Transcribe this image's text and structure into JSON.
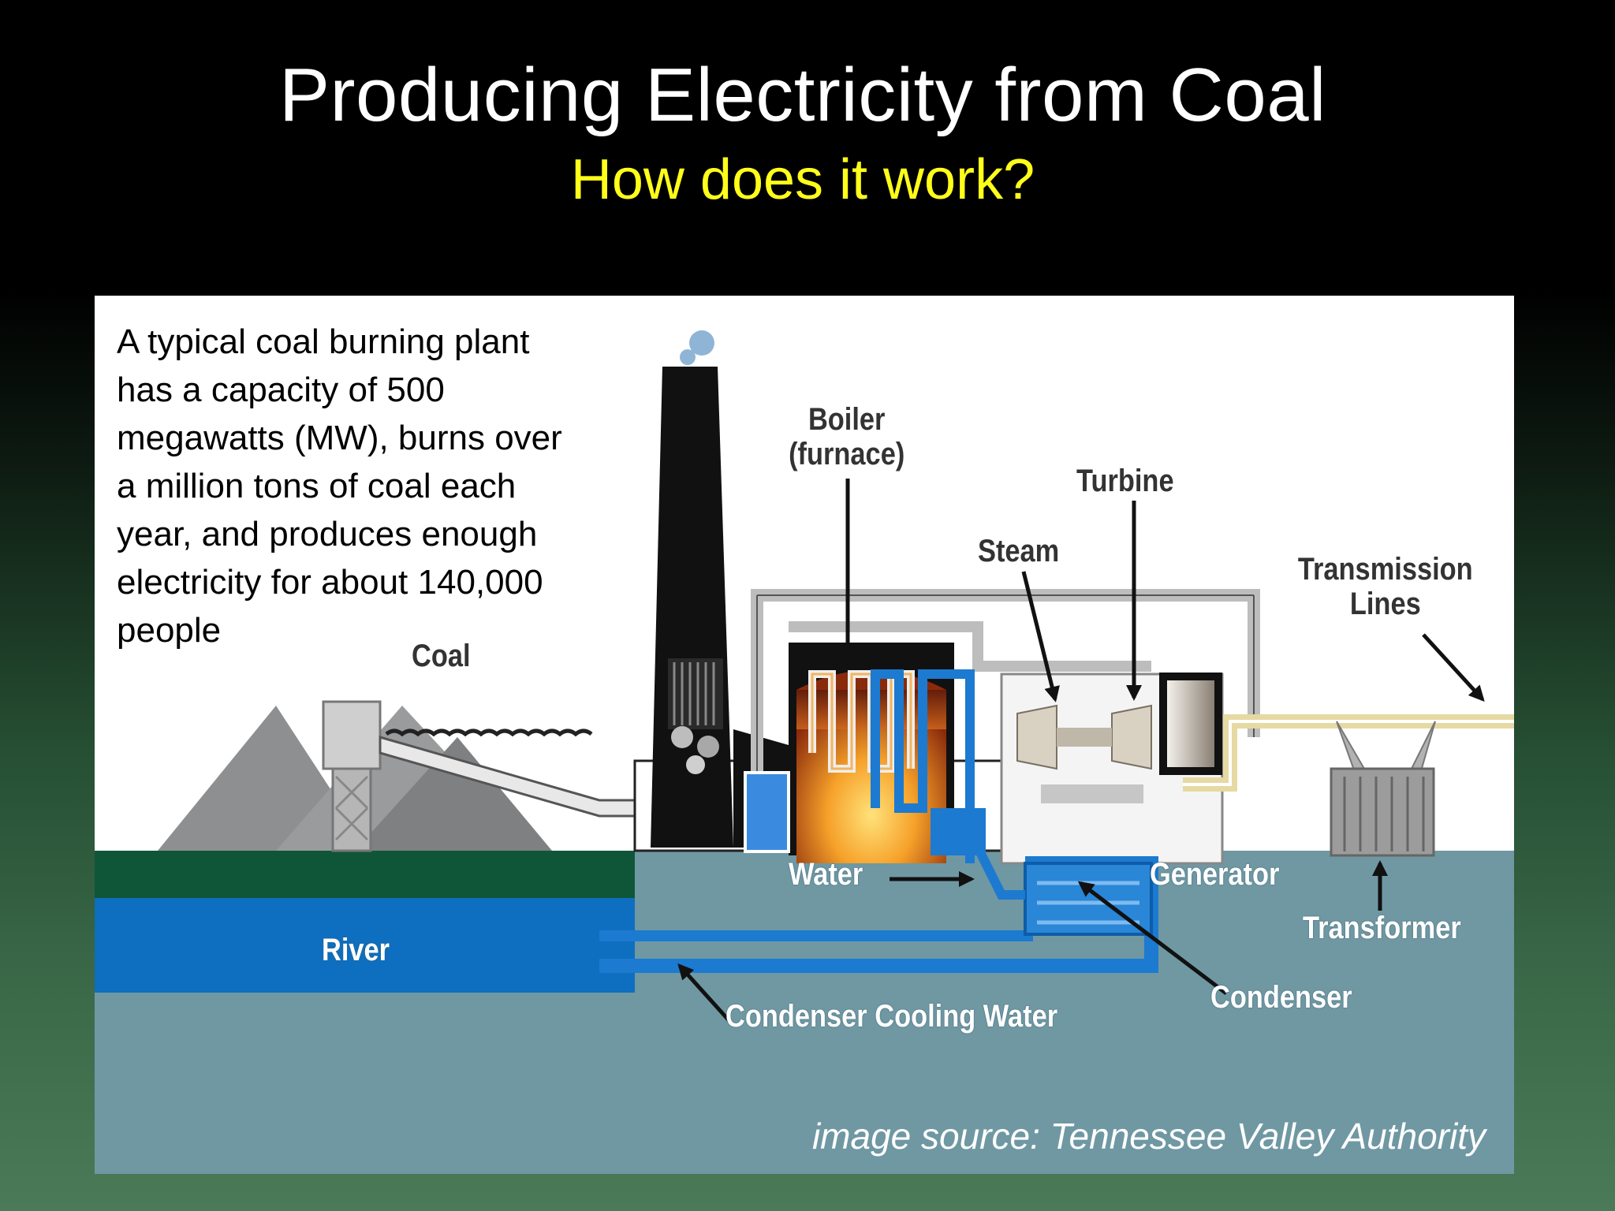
{
  "slide": {
    "title": "Producing Electricity from Coal",
    "subtitle": "How does it work?"
  },
  "description_lines": [
    "A typical coal burning plant",
    "has a capacity of 500",
    "megawatts (MW), burns  over",
    "a million tons of coal each",
    "year, and produces enough",
    "electricity for about 140,000",
    "people"
  ],
  "diagram_labels": {
    "coal": "Coal",
    "boiler_line1": "Boiler",
    "boiler_line2": "(furnace)",
    "turbine": "Turbine",
    "steam": "Steam",
    "transmission_line1": "Transmission",
    "transmission_line2": "Lines",
    "water": "Water",
    "generator": "Generator",
    "transformer": "Transformer",
    "river": "River",
    "condenser": "Condenser",
    "condenser_cooling_water": "Condenser Cooling Water"
  },
  "source": "image source:  Tennessee Valley Authority",
  "colors": {
    "title": "#ffffff",
    "subtitle": "#ffff1a",
    "ground": "#6f98a3",
    "river": "#0e6ec0",
    "bank": "#0f5638",
    "pipe": "#1c7ad0",
    "stack": "#111111",
    "fire": "#f29422"
  }
}
